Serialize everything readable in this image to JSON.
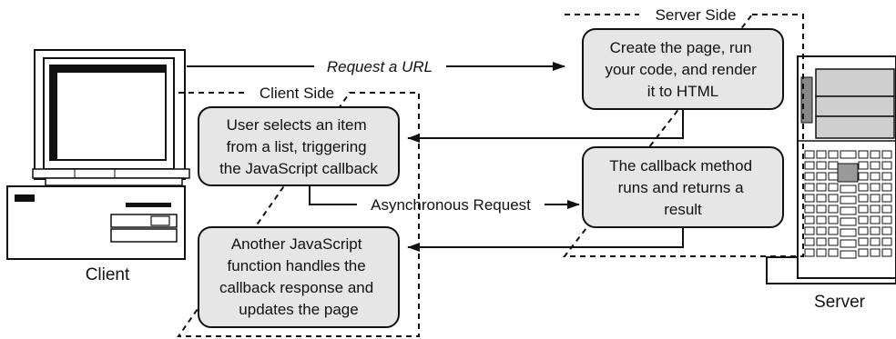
{
  "labels": {
    "client": "Client",
    "server": "Server",
    "client_side": "Client Side",
    "server_side": "Server Side"
  },
  "arrows": {
    "request_url": "Request a URL",
    "async_request": "Asynchronous Request"
  },
  "boxes": {
    "create_page": [
      "Create the page, run",
      "your code, and render",
      "it to HTML"
    ],
    "user_selects": [
      "User selects an item",
      "from a list, triggering",
      "the JavaScript callback"
    ],
    "callback_method": [
      "The callback method",
      "runs and returns a",
      "result"
    ],
    "another_js": [
      "Another JavaScript",
      "function handles the",
      "callback response and",
      "updates the page"
    ]
  },
  "colors": {
    "box_fill": "#e6e6e6",
    "stroke": "#111111"
  }
}
